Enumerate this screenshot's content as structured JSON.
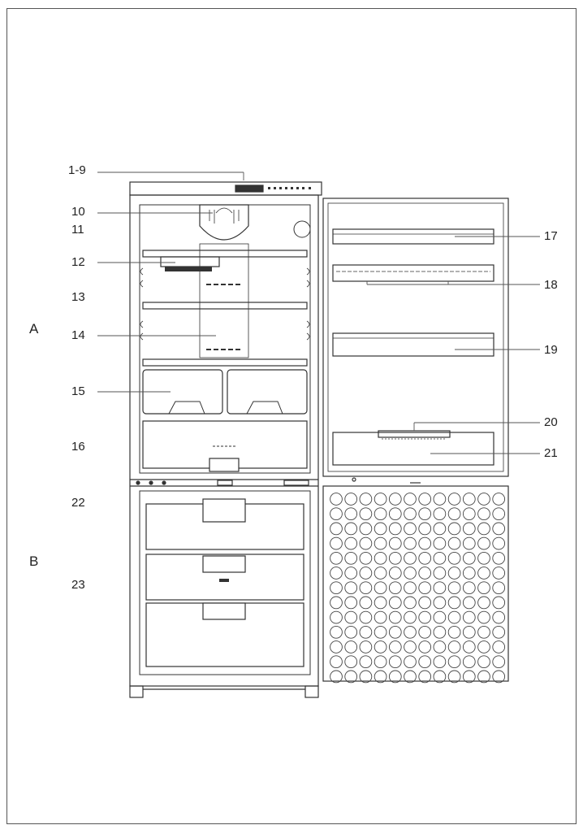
{
  "labels": {
    "l1_9": "1-9",
    "l10": "10",
    "l11": "11",
    "l12": "12",
    "l13": "13",
    "l14": "14",
    "l15": "15",
    "l16": "16",
    "l17": "17",
    "l18": "18",
    "l19": "19",
    "l20": "20",
    "l21": "21",
    "l22": "22",
    "l23": "23"
  },
  "sections": {
    "a": "A",
    "b": "B"
  },
  "colors": {
    "line": "#333333",
    "light_line": "#777777"
  }
}
